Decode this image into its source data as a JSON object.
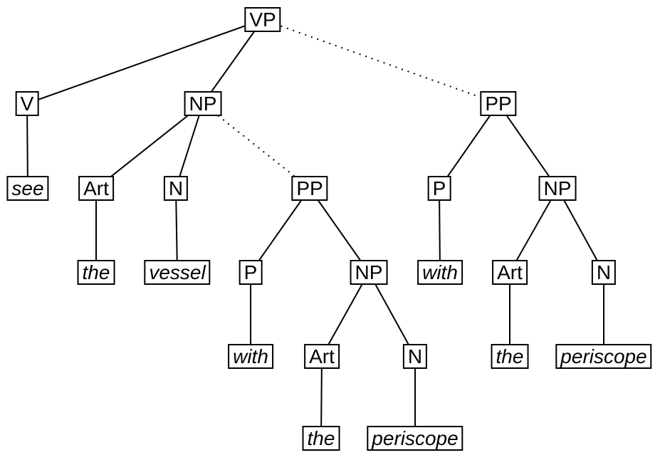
{
  "colors": {
    "line": "#000000",
    "box_border": "#000000",
    "text": "#000000",
    "background": "#ffffff"
  },
  "nodes": {
    "vp": "VP",
    "v": "V",
    "see": "see",
    "np_object": "NP",
    "art_object": "Art",
    "n_object": "N",
    "the_object": "the",
    "vessel": "vessel",
    "pp_low": "PP",
    "p_low": "P",
    "with_low": "with",
    "np_low": "NP",
    "art_low": "Art",
    "n_low": "N",
    "the_low": "the",
    "periscope_low": "periscope",
    "pp_high": "PP",
    "p_high": "P",
    "with_high": "with",
    "np_high": "NP",
    "art_high": "Art",
    "n_high": "N",
    "the_high": "the",
    "periscope_high": "periscope"
  },
  "edges": [
    {
      "from": "vp",
      "to": "v",
      "style": "solid"
    },
    {
      "from": "vp",
      "to": "np_object",
      "style": "solid"
    },
    {
      "from": "vp",
      "to": "pp_high",
      "style": "dotted"
    },
    {
      "from": "v",
      "to": "see",
      "style": "solid"
    },
    {
      "from": "np_object",
      "to": "art_object",
      "style": "solid"
    },
    {
      "from": "np_object",
      "to": "n_object",
      "style": "solid"
    },
    {
      "from": "np_object",
      "to": "pp_low",
      "style": "dotted"
    },
    {
      "from": "art_object",
      "to": "the_object",
      "style": "solid"
    },
    {
      "from": "n_object",
      "to": "vessel",
      "style": "solid"
    },
    {
      "from": "pp_low",
      "to": "p_low",
      "style": "solid"
    },
    {
      "from": "pp_low",
      "to": "np_low",
      "style": "solid"
    },
    {
      "from": "p_low",
      "to": "with_low",
      "style": "solid"
    },
    {
      "from": "np_low",
      "to": "art_low",
      "style": "solid"
    },
    {
      "from": "np_low",
      "to": "n_low",
      "style": "solid"
    },
    {
      "from": "art_low",
      "to": "the_low",
      "style": "solid"
    },
    {
      "from": "n_low",
      "to": "periscope_low",
      "style": "solid"
    },
    {
      "from": "pp_high",
      "to": "p_high",
      "style": "solid"
    },
    {
      "from": "pp_high",
      "to": "np_high",
      "style": "solid"
    },
    {
      "from": "p_high",
      "to": "with_high",
      "style": "solid"
    },
    {
      "from": "np_high",
      "to": "art_high",
      "style": "solid"
    },
    {
      "from": "np_high",
      "to": "n_high",
      "style": "solid"
    },
    {
      "from": "art_high",
      "to": "the_high",
      "style": "solid"
    },
    {
      "from": "n_high",
      "to": "periscope_high",
      "style": "solid"
    }
  ]
}
